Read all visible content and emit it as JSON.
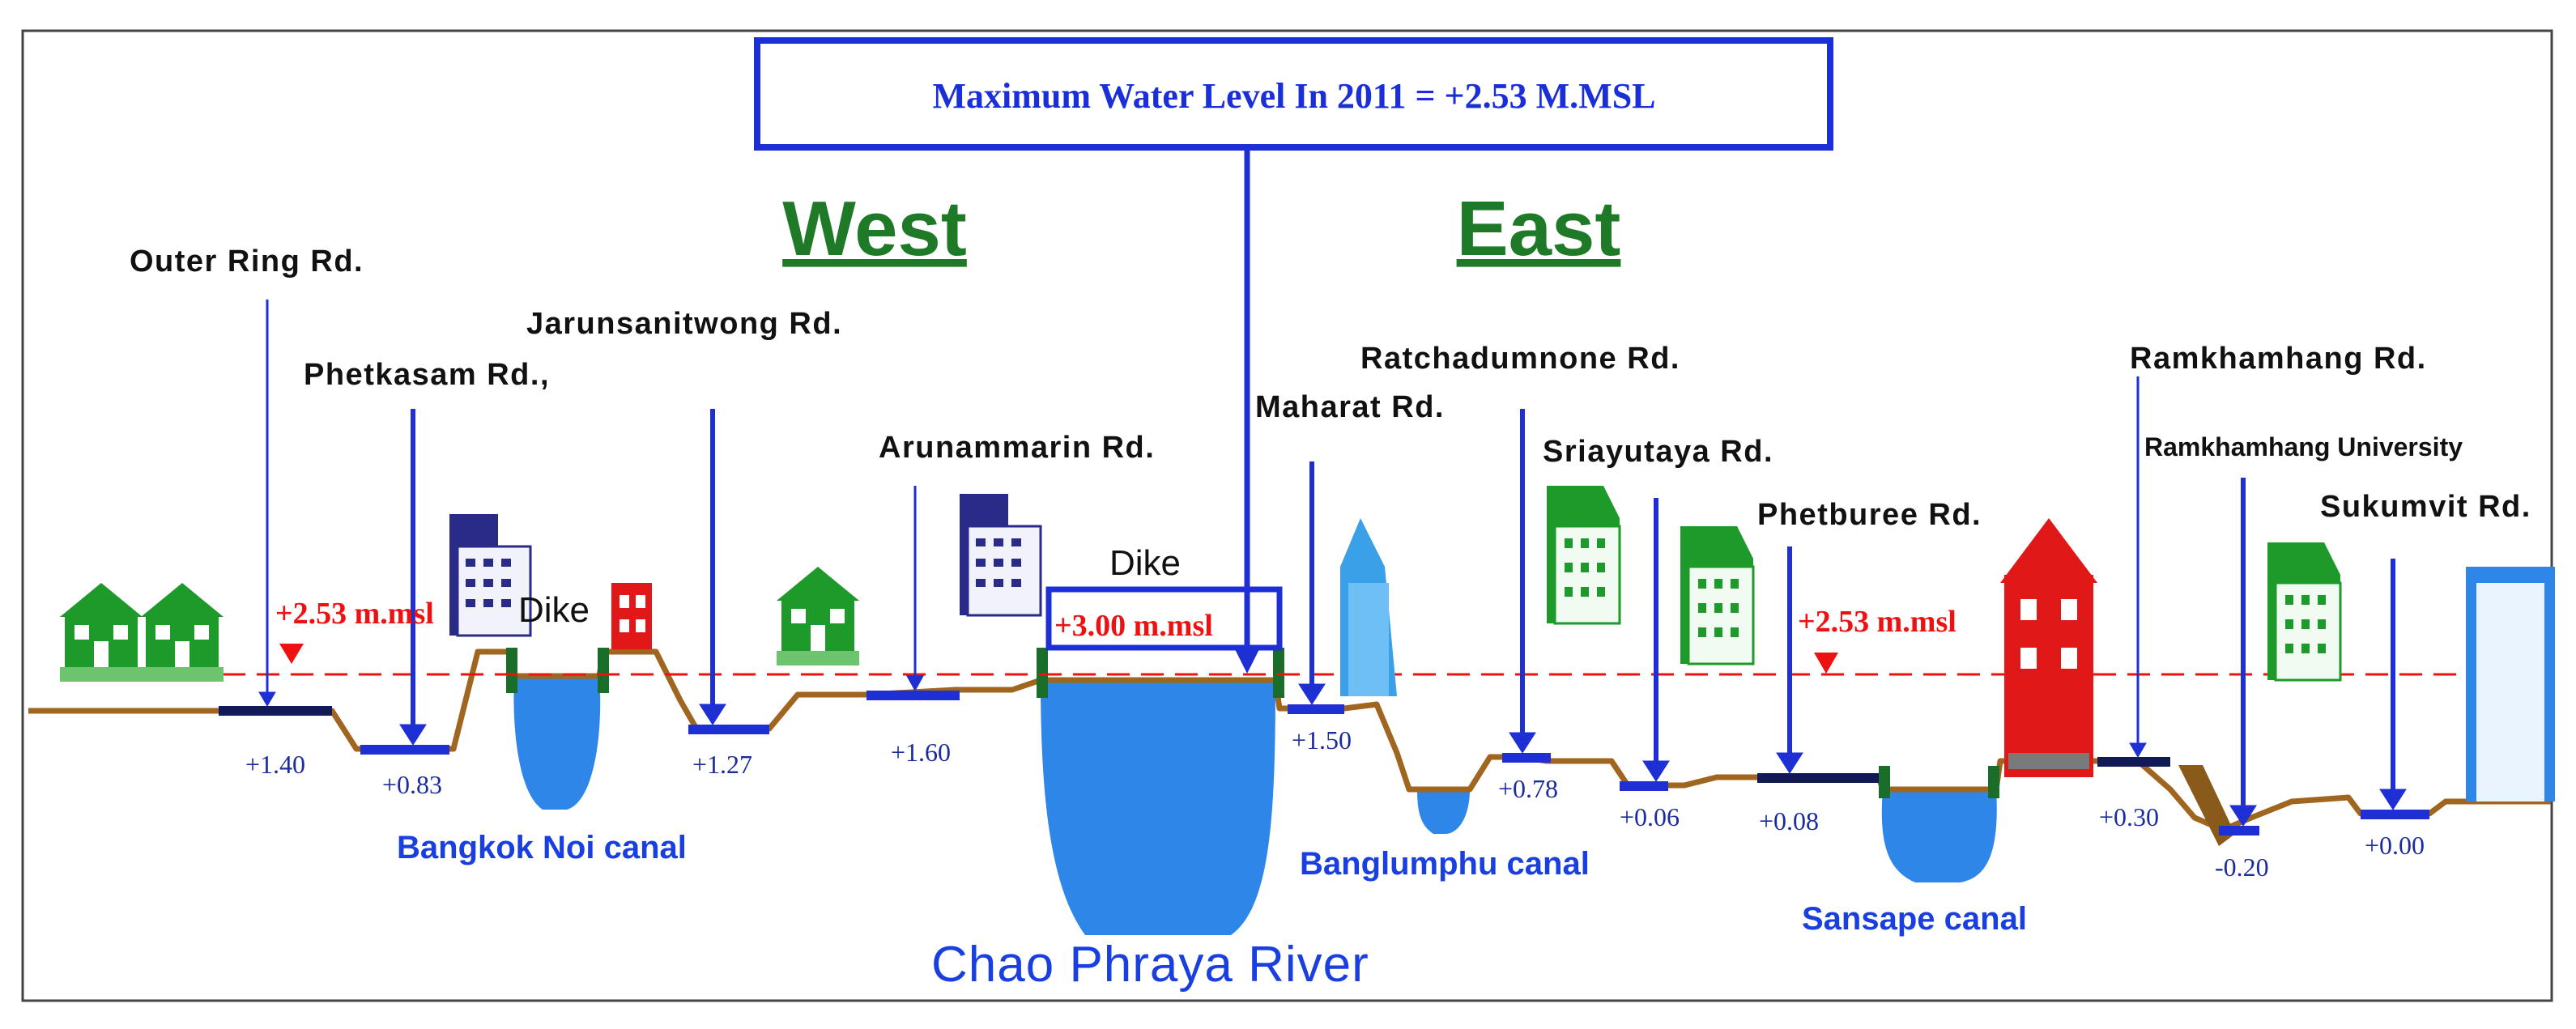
{
  "title": "Maximum Water Level In 2011 = +2.53 M.MSL",
  "directions": {
    "west": "West",
    "east": "East"
  },
  "roads": {
    "outer_ring": "Outer Ring Rd.",
    "phetkasam": "Phetkasam Rd.,",
    "jarunsanitwong": "Jarunsanitwong Rd.",
    "arunammarin": "Arunammarin Rd.",
    "maharat": "Maharat Rd.",
    "ratchadumnone": "Ratchadumnone Rd.",
    "sriayutaya": "Sriayutaya Rd.",
    "phetburee": "Phetburee Rd.",
    "ramkhamhang": "Ramkhamhang Rd.",
    "ramkhamhang_univ": "Ramkhamhang University",
    "sukumvit": "Sukumvit Rd."
  },
  "levels": {
    "outer_ring": "+1.40",
    "phetkasam": "+0.83",
    "jarunsanitwong": "+1.27",
    "arunammarin": "+1.60",
    "maharat": "+1.50",
    "ratchadumnone": "+0.78",
    "sriayutaya": "+0.06",
    "phetburee": "+0.08",
    "ramkhamhang": "+0.30",
    "ramkhamhang_univ": "-0.20",
    "sukumvit": "+0.00"
  },
  "water_marks": {
    "west": "+2.53 m.msl",
    "east": "+2.53 m.msl",
    "dike_top": "+3.00 m.msl"
  },
  "dike_labels": {
    "west": "Dike",
    "river": "Dike"
  },
  "canals": {
    "bangkok_noi": "Bangkok Noi canal",
    "banglumphu": "Banglumphu canal",
    "sansape": "Sansape canal",
    "river": "Chao Phraya River"
  },
  "colors": {
    "road_label_blue": "#1a3fe0",
    "marker_blue": "#1e2fd4",
    "water": "#2e86e8",
    "ground": "#a0651f",
    "water_line": "#ee1111",
    "west_east": "#1f7a28",
    "house_green": "#1e9a2a",
    "house_red": "#e01818"
  }
}
